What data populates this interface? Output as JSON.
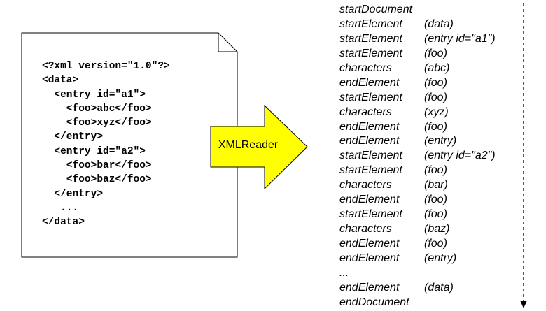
{
  "xml_document": {
    "lines": [
      "<?xml version=\"1.0\"?>",
      "<data>",
      "  <entry id=\"a1\">",
      "    <foo>abc</foo>",
      "    <foo>xyz</foo>",
      "  </entry>",
      "  <entry id=\"a2\">",
      "    <foo>bar</foo>",
      "    <foo>baz</foo>",
      "  </entry>",
      "   ...",
      "</data>"
    ]
  },
  "arrow": {
    "label": "XMLReader",
    "fill": "#ffff00"
  },
  "events": [
    {
      "name": "startDocument",
      "arg": ""
    },
    {
      "name": "startElement",
      "arg": "(data)"
    },
    {
      "name": "startElement",
      "arg": "(entry id=\"a1\")"
    },
    {
      "name": "startElement",
      "arg": "(foo)"
    },
    {
      "name": "characters",
      "arg": "(abc)"
    },
    {
      "name": "endElement",
      "arg": "(foo)"
    },
    {
      "name": "startElement",
      "arg": "(foo)"
    },
    {
      "name": "characters",
      "arg": "(xyz)"
    },
    {
      "name": "endElement",
      "arg": "(foo)"
    },
    {
      "name": "endElement",
      "arg": "(entry)"
    },
    {
      "name": "startElement",
      "arg": "(entry id=\"a2\")"
    },
    {
      "name": "startElement",
      "arg": "(foo)"
    },
    {
      "name": "characters",
      "arg": "(bar)"
    },
    {
      "name": "endElement",
      "arg": "(foo)"
    },
    {
      "name": "startElement",
      "arg": "(foo)"
    },
    {
      "name": "characters",
      "arg": "(baz)"
    },
    {
      "name": "endElement",
      "arg": "(foo)"
    },
    {
      "name": "endElement",
      "arg": "(entry)"
    },
    {
      "name": "...",
      "arg": ""
    },
    {
      "name": "endElement",
      "arg": "(data)"
    },
    {
      "name": "endDocument",
      "arg": ""
    }
  ]
}
